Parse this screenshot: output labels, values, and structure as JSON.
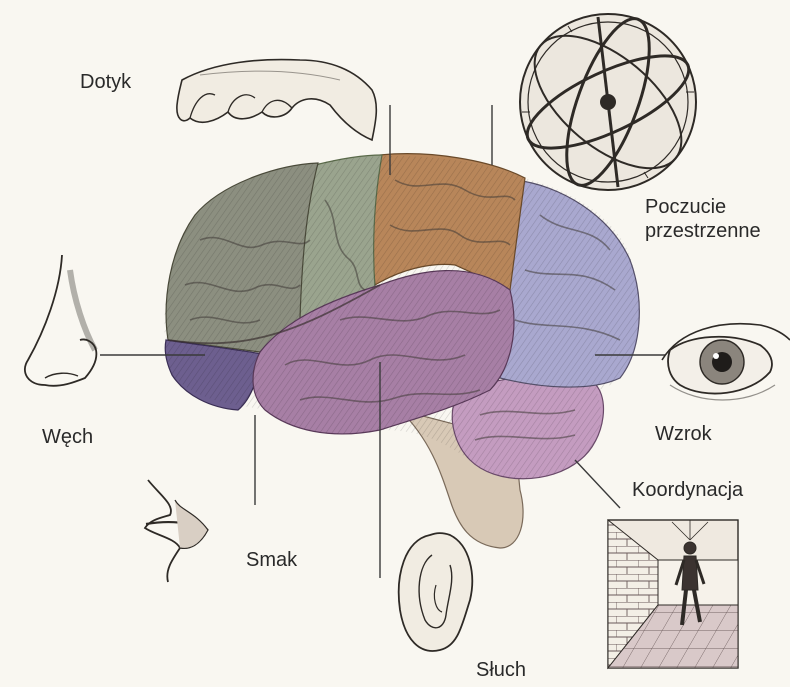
{
  "labels": {
    "touch": "Dotyk",
    "spatial_line1": "Poczucie",
    "spatial_line2": "przestrzenne",
    "smell": "Węch",
    "vision": "Wzrok",
    "coordination": "Koordynacja",
    "taste": "Smak",
    "hearing": "Słuch"
  },
  "colors": {
    "frontal_lobe": "#8c8f80",
    "motor_strip": "#9aa48e",
    "parietal_lobe": "#b8865a",
    "occipital_lobe": "#a9a8cf",
    "temporal_lobe": "#a77fa5",
    "olfactory_region": "#6d5f8f",
    "cerebellum": "#c49cc0",
    "brain_stem": "#d8c9b6",
    "background": "#f9f7f1"
  }
}
